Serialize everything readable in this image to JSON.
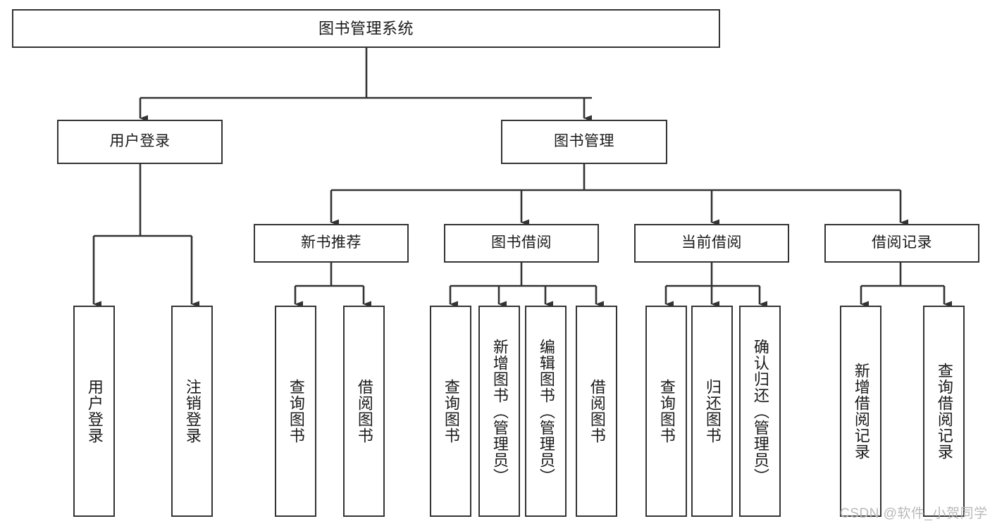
{
  "diagram": {
    "title": "图书管理系统",
    "type": "hierarchy-tree",
    "colors": {
      "box_border": "#333333",
      "box_fill": "#ffffff",
      "connector": "#333333",
      "text": "#1a1a1a",
      "watermark": "#b9b9b9",
      "background": "#ffffff"
    },
    "nodes": {
      "root": {
        "label": "图书管理系统"
      },
      "level1": [
        {
          "label": "用户登录"
        },
        {
          "label": "图书管理"
        }
      ],
      "level2": [
        {
          "label": "新书推荐"
        },
        {
          "label": "图书借阅"
        },
        {
          "label": "当前借阅"
        },
        {
          "label": "借阅记录"
        }
      ],
      "leaves": [
        {
          "label": "用户登录",
          "parent": "用户登录"
        },
        {
          "label": "注销登录",
          "parent": "用户登录"
        },
        {
          "label": "查询图书",
          "parent": "新书推荐"
        },
        {
          "label": "借阅图书",
          "parent": "新书推荐"
        },
        {
          "label": "查询图书",
          "parent": "图书借阅"
        },
        {
          "label": "新增图书（管理员）",
          "parent": "图书借阅"
        },
        {
          "label": "编辑图书（管理员）",
          "parent": "图书借阅"
        },
        {
          "label": "借阅图书",
          "parent": "图书借阅"
        },
        {
          "label": "查询图书",
          "parent": "当前借阅"
        },
        {
          "label": "归还图书",
          "parent": "当前借阅"
        },
        {
          "label": "确认归还（管理员）",
          "parent": "当前借阅"
        },
        {
          "label": "新增借阅记录",
          "parent": "借阅记录"
        },
        {
          "label": "查询借阅记录",
          "parent": "借阅记录"
        }
      ]
    },
    "watermark": "CSDN @软件_小贺同学"
  }
}
